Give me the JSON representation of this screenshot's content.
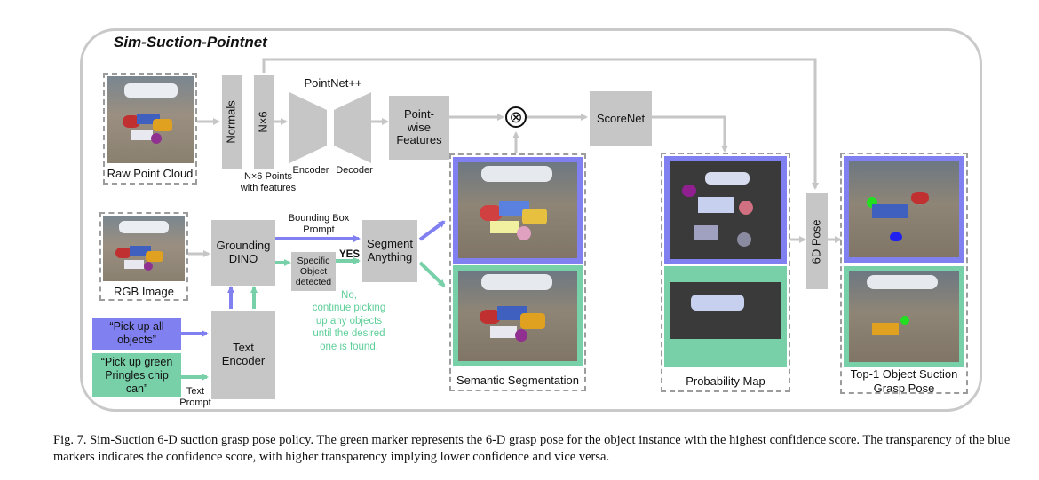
{
  "title": "Sim-Suction-Pointnet",
  "boxes": {
    "normals": "Normals",
    "nx6": "N×6",
    "pointnet": "PointNet++",
    "encoder": "Encoder",
    "decoder": "Decoder",
    "pointwise": "Point-\nwise\nFeatures",
    "scorenet": "ScoreNet",
    "grounding": "Grounding\nDINO",
    "segment": "Segment\nAnything",
    "specific": "Specific\nObject\ndetected",
    "text_encoder": "Text\nEncoder",
    "pose": "6D Pose",
    "multiply": "⊗"
  },
  "labels": {
    "raw_point_cloud": "Raw Point Cloud",
    "nx6_points": "N×6 Points\nwith features",
    "rgb_image": "RGB Image",
    "bbox_prompt": "Bounding Box\nPrompt",
    "yes": "YES",
    "no_text": "No,\ncontinue picking\nup any objects\nuntil the desired\none is found.",
    "text_prompt": "Text\nPrompt",
    "semantic_seg": "Semantic Segmentation",
    "probability_map": "Probability Map",
    "top1": "Top-1 Object Suction\nGrasp Pose"
  },
  "prompts": {
    "purple": "“Pick up all\nobjects”",
    "green": "“Pick up green\nPringles chip\ncan”"
  },
  "colors": {
    "purple": "#8080f0",
    "green": "#78d0a8",
    "box_gray": "#c6c6c6",
    "frame": "#c9c9c9"
  },
  "caption": "Fig. 7.    Sim-Suction 6-D suction grasp pose policy. The green marker represents the 6-D grasp pose for the object instance with the highest confidence score. The transparency of the blue markers indicates the confidence score, with higher transparency implying lower confidence and vice versa."
}
